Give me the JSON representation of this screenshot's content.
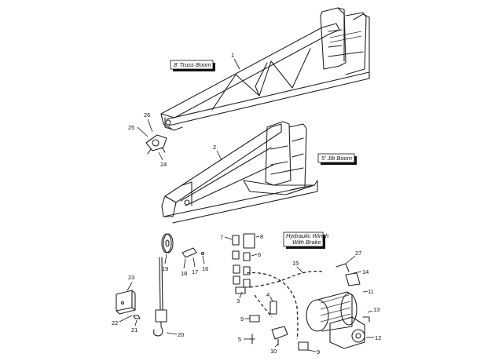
{
  "callouts": {
    "truss_boom": "8' Truss Boom",
    "jib_boom": "5' Jib Boom",
    "winch_line1": "Hydraulic Winch",
    "winch_line2": "With Brake"
  },
  "part_numbers": {
    "p1": "1",
    "p2": "2",
    "p3": "3",
    "p4": "4",
    "p5": "5",
    "p6": "6",
    "p7": "7",
    "p8": "8",
    "p9a": "9",
    "p9b": "9",
    "p10": "10",
    "p11": "11",
    "p12": "12",
    "p13": "13",
    "p14": "14",
    "p15": "15",
    "p16": "16",
    "p17": "17",
    "p18": "18",
    "p19": "19",
    "p20": "20",
    "p21": "21",
    "p22": "22",
    "p23": "23",
    "p24": "24",
    "p25": "25",
    "p26": "26",
    "p27": "27"
  }
}
